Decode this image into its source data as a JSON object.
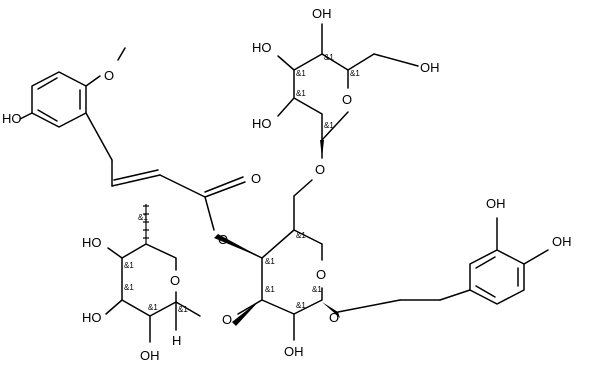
{
  "atom_labels": {
    "oh": "OH",
    "ho": "HO",
    "o": "O",
    "h": "H"
  },
  "stereo_label": "&1"
}
